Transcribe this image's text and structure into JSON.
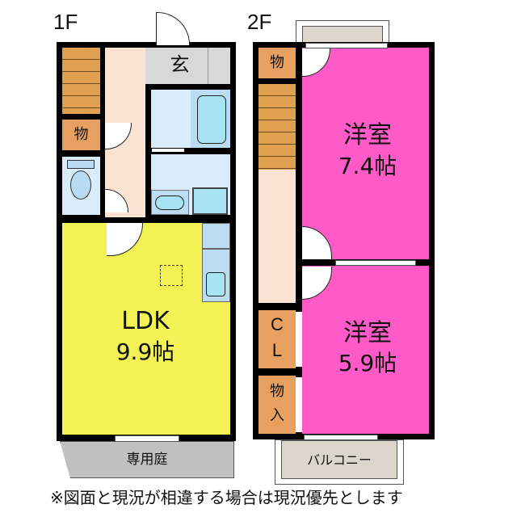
{
  "floors": {
    "first": {
      "label": "1F",
      "rooms": {
        "entrance": "玄",
        "storage": "物",
        "ldk_name": "LDK",
        "ldk_size": "9.9帖",
        "garden": "専用庭"
      }
    },
    "second": {
      "label": "2F",
      "rooms": {
        "storage_top": "物",
        "western_room_1_name": "洋室",
        "western_room_1_size": "7.4帖",
        "closet_c": "C",
        "closet_l": "L",
        "storage_bottom_1": "物",
        "storage_bottom_2": "入",
        "western_room_2_name": "洋室",
        "western_room_2_size": "5.9帖",
        "balcony": "バルコニー"
      }
    }
  },
  "note": "※図面と現況が相違する場合は現況優先とします",
  "colors": {
    "ldk": "#f2f255",
    "western_room": "#ff5ac8",
    "storage": "#e8a060",
    "hall": "#fbe3d4",
    "bath": "#d8ecf9",
    "fixture": "#a8e4f4",
    "entrance": "#d8d8d8",
    "garden": "#c0c0c0",
    "balcony": "#dcd6cc",
    "wall": "#000000"
  }
}
